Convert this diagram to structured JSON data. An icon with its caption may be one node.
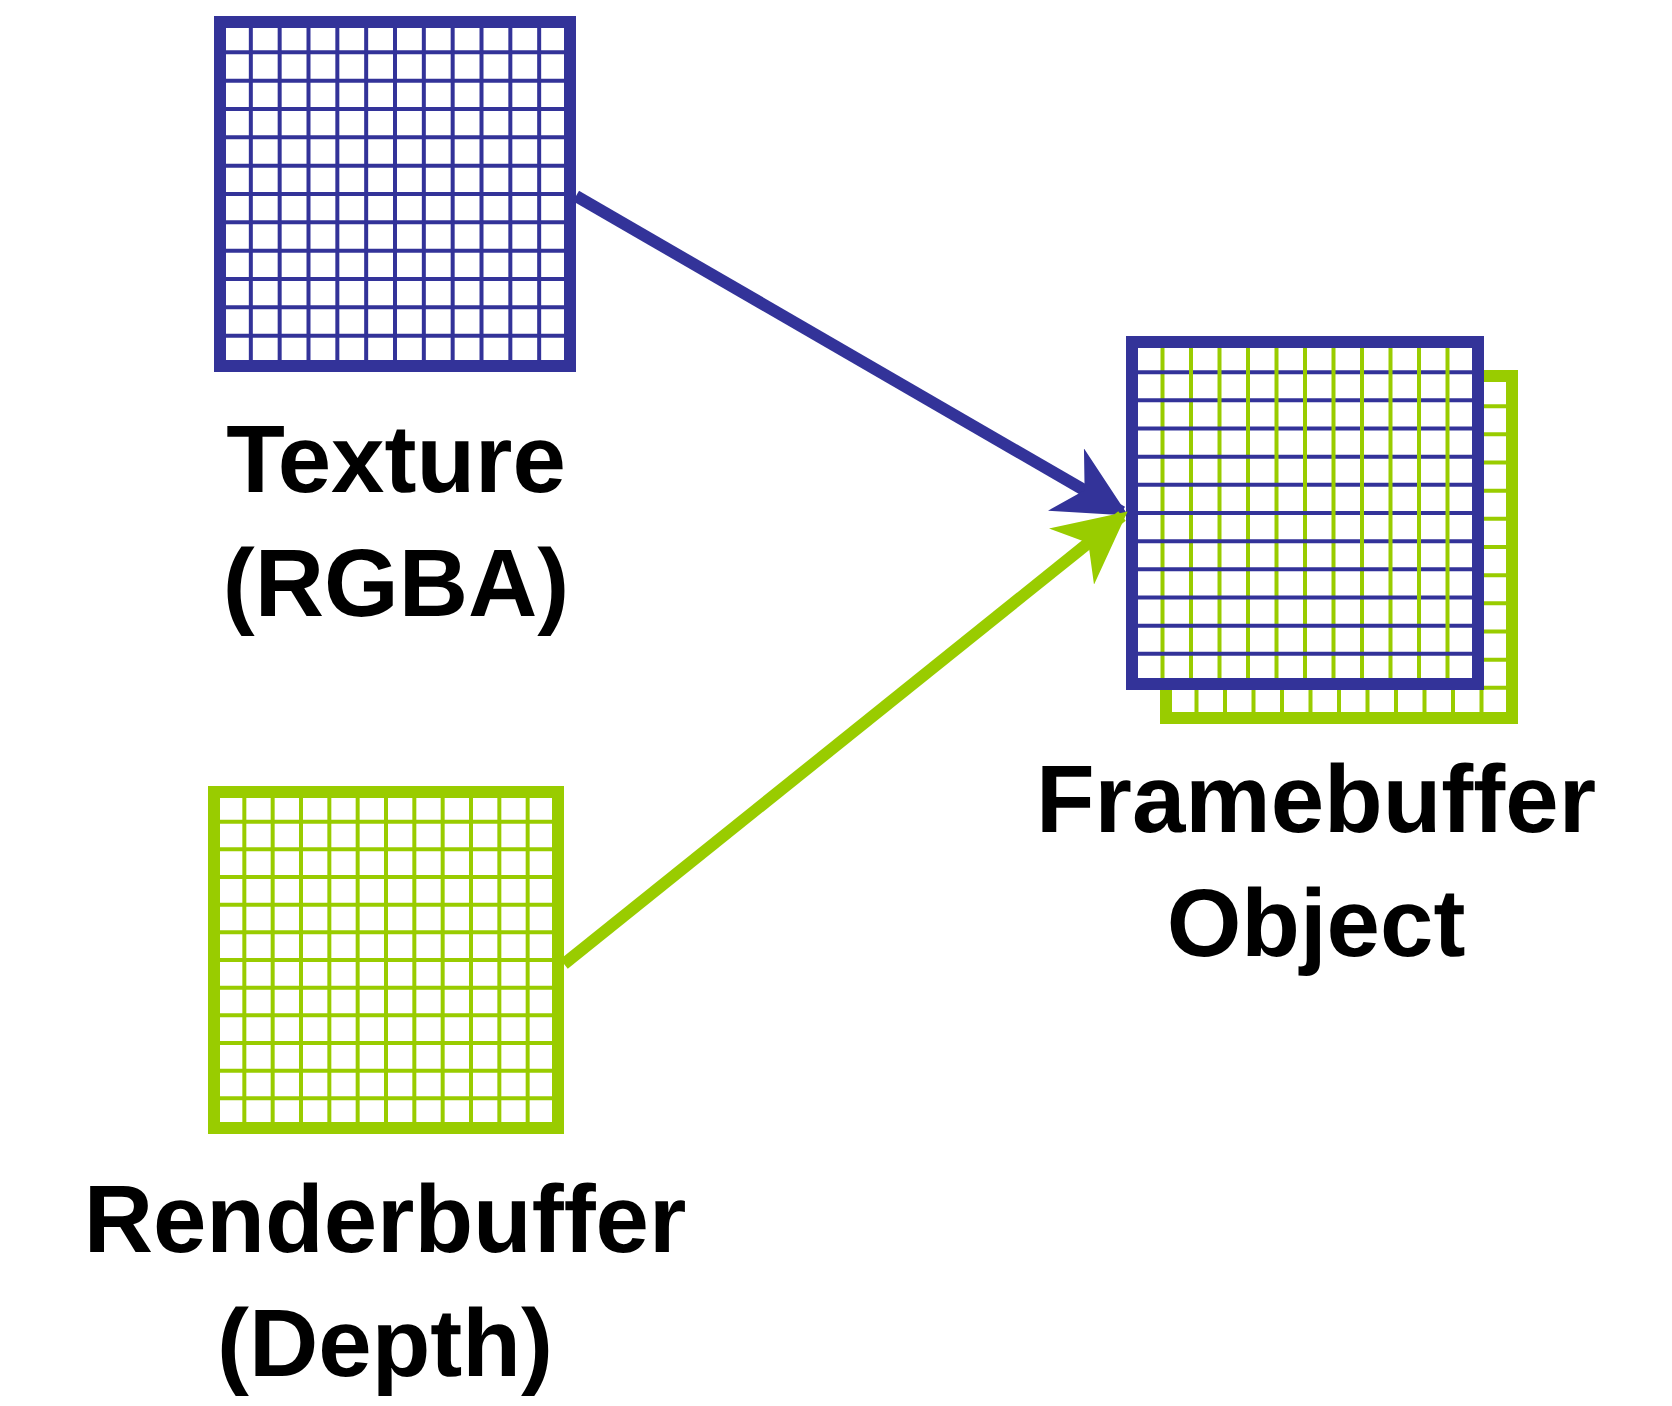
{
  "diagram": {
    "nodes": [
      {
        "text": [
          "Texture (RGBA)"
        ]
      },
      {
        "text": [
          "Renderbuffer (Depth)"
        ]
      },
      {
        "text": [
          "Framebuffer Object"
        ]
      }
    ],
    "edges": [
      {
        "from": 0,
        "to": 2,
        "arrow": "to",
        "color": "#333399"
      },
      {
        "from": 1,
        "to": 2,
        "arrow": "to",
        "color": "#99cc00"
      }
    ]
  }
}
